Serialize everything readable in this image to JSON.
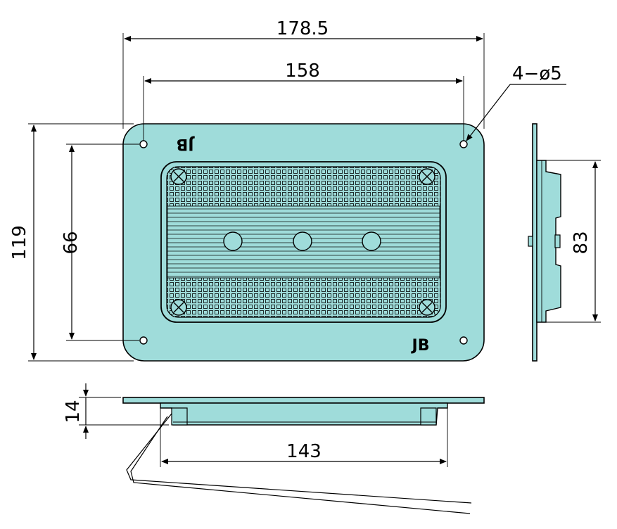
{
  "colors": {
    "plate": "#9fdcda",
    "plate_dark": "#6fbfbd",
    "line": "#000000"
  },
  "dimensions": {
    "overall_width": "178.5",
    "hole_spacing_width": "158",
    "hole_callout": "4−ø5",
    "overall_height": "119",
    "hole_spacing_height": "99",
    "side_depth": "83",
    "thickness": "14",
    "bottom_width": "143"
  },
  "logos": {
    "top": "JB",
    "bottom": "JB"
  },
  "icons": {
    "hole": "mounting-hole-icon",
    "screw": "screw-icon",
    "port": "connector-port-icon"
  }
}
